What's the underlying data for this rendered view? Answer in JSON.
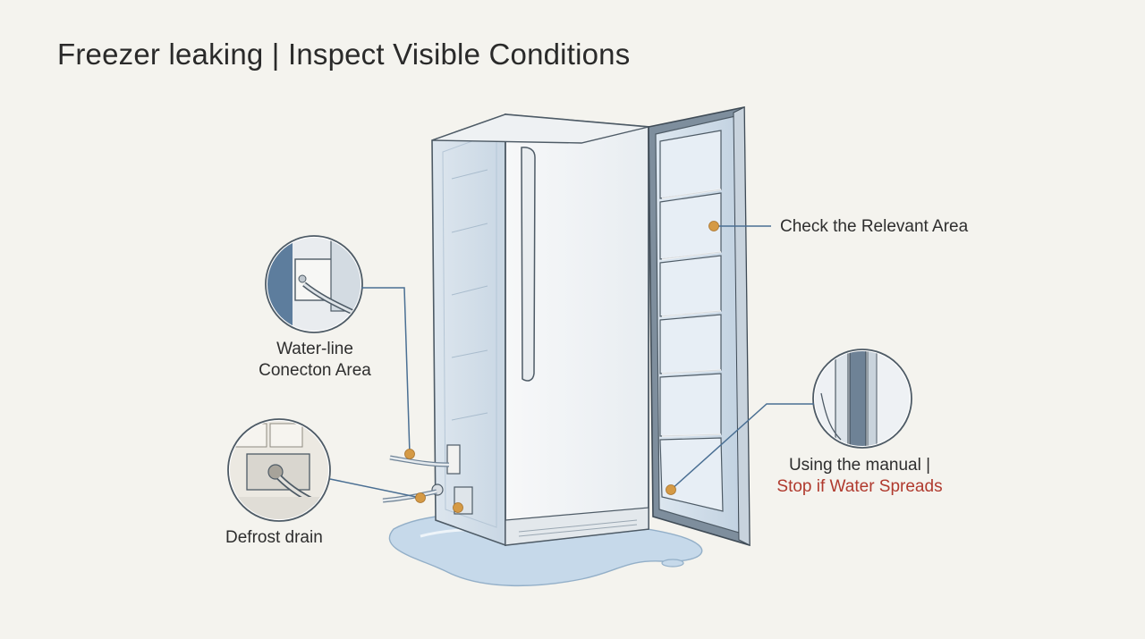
{
  "title": "Freezer leaking | Inspect Visible Conditions",
  "callouts": {
    "waterline": {
      "line1": "Water-line",
      "line2": "Conecton Area"
    },
    "defrost": {
      "label": "Defrost drain"
    },
    "relevant": {
      "label": "Check the Relevant Area"
    },
    "manual": {
      "line1": "Using the manual |",
      "line2": "Stop if Water Spreads"
    }
  },
  "colors": {
    "background": "#f4f3ee",
    "marker": "#d59a45",
    "leader_line": "#4a6f93",
    "warning_text": "#b03a2e",
    "water": "#c6d9ea"
  }
}
